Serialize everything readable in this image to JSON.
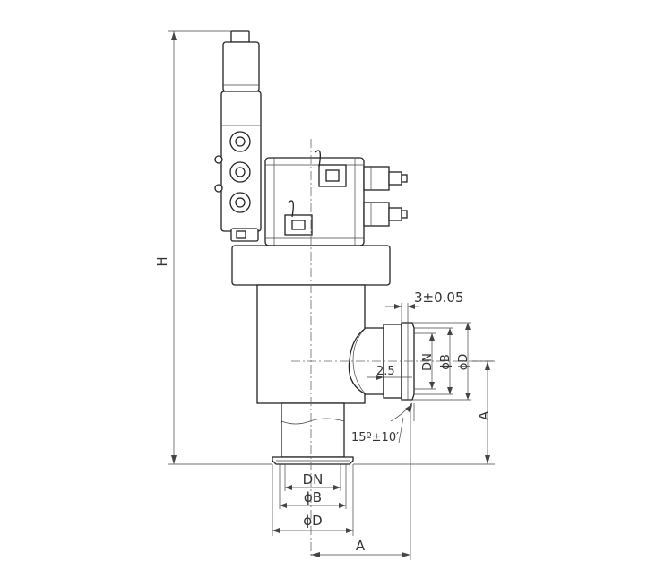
{
  "dimensions": {
    "height_label": "H",
    "a_right_label": "A",
    "a_bottom_label": "A",
    "gasket_label": "3±0.05",
    "offset_label": "2.5",
    "dn_side_label": "DN",
    "b_side_label": "ϕB",
    "d_side_label": "ϕD",
    "dn_bottom_label": "DN",
    "b_bottom_label": "ϕB",
    "d_bottom_label": "ϕD",
    "angle_label": "15º±10′"
  }
}
